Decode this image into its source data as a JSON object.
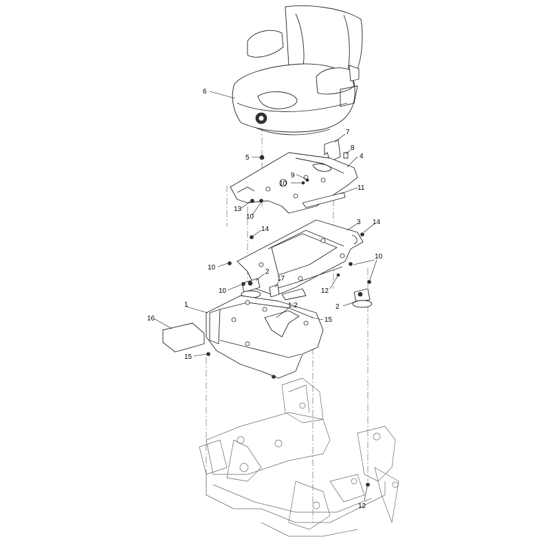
{
  "callouts": [
    {
      "id": "c6",
      "label": "6"
    },
    {
      "id": "c7",
      "label": "7"
    },
    {
      "id": "c8",
      "label": "8"
    },
    {
      "id": "c4",
      "label": "4"
    },
    {
      "id": "c5",
      "label": "5"
    },
    {
      "id": "c9",
      "label": "9"
    },
    {
      "id": "c10a",
      "label": "10"
    },
    {
      "id": "c11",
      "label": "11"
    },
    {
      "id": "c13",
      "label": "13"
    },
    {
      "id": "c10b",
      "label": "10"
    },
    {
      "id": "c14a",
      "label": "14"
    },
    {
      "id": "c3",
      "label": "3"
    },
    {
      "id": "c14b",
      "label": "14"
    },
    {
      "id": "c10c",
      "label": "10"
    },
    {
      "id": "c10d",
      "label": "10"
    },
    {
      "id": "c2a",
      "label": "2"
    },
    {
      "id": "c17",
      "label": "17"
    },
    {
      "id": "c10e",
      "label": "10"
    },
    {
      "id": "c12a",
      "label": "12"
    },
    {
      "id": "c1",
      "label": "1"
    },
    {
      "id": "c12sub",
      "label": "1:2"
    },
    {
      "id": "c2b",
      "label": "2"
    },
    {
      "id": "c16",
      "label": "16"
    },
    {
      "id": "c15a",
      "label": "15"
    },
    {
      "id": "c15b",
      "label": "15"
    },
    {
      "id": "c12b",
      "label": "12"
    }
  ]
}
